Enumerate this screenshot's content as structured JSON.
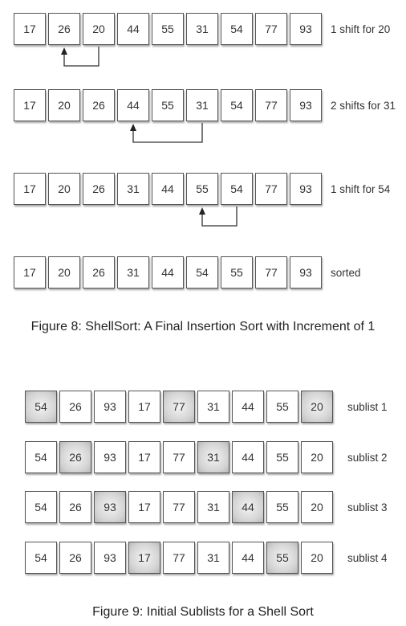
{
  "figure8": {
    "caption": "Figure 8: ShellSort: A Final Insertion Sort with Increment of 1",
    "rows": [
      {
        "values": [
          "17",
          "26",
          "20",
          "44",
          "55",
          "31",
          "54",
          "77",
          "93"
        ],
        "label": "1 shift for 20",
        "arrow_from": 2,
        "arrow_to": 1
      },
      {
        "values": [
          "17",
          "20",
          "26",
          "44",
          "55",
          "31",
          "54",
          "77",
          "93"
        ],
        "label": "2 shifts for 31",
        "arrow_from": 5,
        "arrow_to": 3
      },
      {
        "values": [
          "17",
          "20",
          "26",
          "31",
          "44",
          "55",
          "54",
          "77",
          "93"
        ],
        "label": "1 shift for 54",
        "arrow_from": 6,
        "arrow_to": 5
      },
      {
        "values": [
          "17",
          "20",
          "26",
          "31",
          "44",
          "54",
          "55",
          "77",
          "93"
        ],
        "label": "sorted"
      }
    ]
  },
  "figure9": {
    "caption": "Figure 9: Initial Sublists for a Shell Sort",
    "rows": [
      {
        "values": [
          "54",
          "26",
          "93",
          "17",
          "77",
          "31",
          "44",
          "55",
          "20"
        ],
        "label": "sublist 1",
        "highlighted": [
          0,
          4,
          8
        ]
      },
      {
        "values": [
          "54",
          "26",
          "93",
          "17",
          "77",
          "31",
          "44",
          "55",
          "20"
        ],
        "label": "sublist 2",
        "highlighted": [
          1,
          5
        ]
      },
      {
        "values": [
          "54",
          "26",
          "93",
          "17",
          "77",
          "31",
          "44",
          "55",
          "20"
        ],
        "label": "sublist 3",
        "highlighted": [
          2,
          6
        ]
      },
      {
        "values": [
          "54",
          "26",
          "93",
          "17",
          "77",
          "31",
          "44",
          "55",
          "20"
        ],
        "label": "sublist 4",
        "highlighted": [
          3,
          7
        ]
      }
    ]
  }
}
